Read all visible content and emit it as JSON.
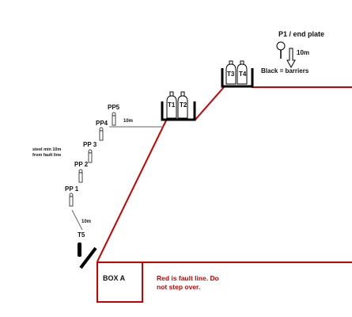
{
  "legend": {
    "p1_label": "P1 / end plate",
    "arrow_distance": "10m",
    "barriers_note": "Black = barriers",
    "fault_note_line1": "Red is fault line. Do",
    "fault_note_line2": "not step over."
  },
  "box": {
    "label": "BOX A"
  },
  "targets": {
    "t1": "T1",
    "t2": "T2",
    "t3": "T3",
    "t4": "T4",
    "t5": "T5"
  },
  "poppers": {
    "pp1": "PP 1",
    "pp2": "PP 2",
    "pp3": "PP 3",
    "pp4": "PP4",
    "pp5": "PP5"
  },
  "annotations": {
    "steel_line1": "steel min 10m",
    "steel_line2": "from fault line",
    "dist_pp4_pp5": "10m",
    "dist_t5": "10m"
  },
  "colors": {
    "fault_line": "#cc0000",
    "barrier": "#000000",
    "note_text": "#cc0000"
  }
}
